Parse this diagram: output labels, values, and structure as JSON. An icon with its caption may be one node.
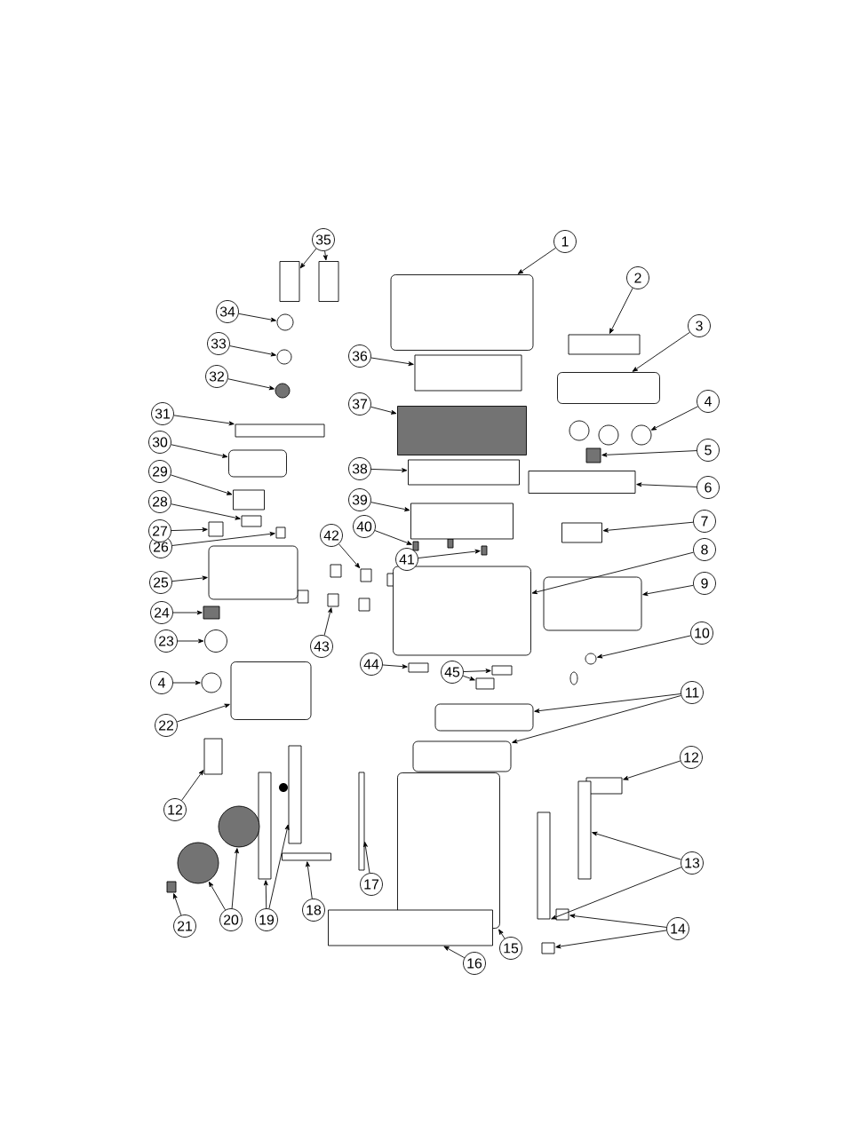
{
  "diagram": {
    "nodes": [
      {
        "text": [
          "1"
        ]
      },
      {
        "text": [],
        "shape": "box"
      },
      {
        "text": [
          "2"
        ]
      },
      {
        "text": [],
        "shape": "box"
      },
      {
        "text": [
          "3"
        ]
      },
      {
        "text": [],
        "shape": "box"
      },
      {
        "text": [
          "4"
        ]
      },
      {
        "text": [],
        "shape": "circle"
      },
      {
        "text": [
          "4"
        ]
      },
      {
        "text": [],
        "shape": "circle"
      },
      {
        "text": [
          "5"
        ]
      },
      {
        "text": [],
        "shape": "box"
      },
      {
        "text": [
          "6"
        ]
      },
      {
        "text": [],
        "shape": "box"
      },
      {
        "text": [
          "7"
        ]
      },
      {
        "text": [],
        "shape": "box"
      },
      {
        "text": [
          "8"
        ]
      },
      {
        "text": [],
        "shape": "box"
      },
      {
        "text": [
          "9"
        ]
      },
      {
        "text": [],
        "shape": "box"
      },
      {
        "text": [
          "10"
        ]
      },
      {
        "text": [],
        "shape": "circle"
      },
      {
        "text": [
          "11"
        ]
      },
      {
        "text": [],
        "shape": "box"
      },
      {
        "text": [],
        "shape": "box"
      },
      {
        "text": [
          "12"
        ]
      },
      {
        "text": [],
        "shape": "box"
      },
      {
        "text": [
          "12"
        ]
      },
      {
        "text": [],
        "shape": "box"
      },
      {
        "text": [
          "13"
        ]
      },
      {
        "text": [],
        "shape": "bar"
      },
      {
        "text": [],
        "shape": "bar"
      },
      {
        "text": [
          "14"
        ]
      },
      {
        "text": [],
        "shape": "box"
      },
      {
        "text": [],
        "shape": "box"
      },
      {
        "text": [
          "15"
        ]
      },
      {
        "text": [],
        "shape": "box"
      },
      {
        "text": [
          "16"
        ]
      },
      {
        "text": [],
        "shape": "box"
      },
      {
        "text": [
          "17"
        ]
      },
      {
        "text": [],
        "shape": "bar"
      },
      {
        "text": [
          "18"
        ]
      },
      {
        "text": [],
        "shape": "bar"
      },
      {
        "text": [
          "19"
        ]
      },
      {
        "text": [],
        "shape": "bar"
      },
      {
        "text": [],
        "shape": "bar"
      },
      {
        "text": [
          "20"
        ]
      },
      {
        "text": [],
        "shape": "circle"
      },
      {
        "text": [],
        "shape": "circle"
      },
      {
        "text": [
          "21"
        ]
      },
      {
        "text": [],
        "shape": "box"
      },
      {
        "text": [
          "22"
        ]
      },
      {
        "text": [],
        "shape": "box"
      },
      {
        "text": [
          "23"
        ]
      },
      {
        "text": [],
        "shape": "circle"
      },
      {
        "text": [
          "24"
        ]
      },
      {
        "text": [],
        "shape": "box"
      },
      {
        "text": [
          "25"
        ]
      },
      {
        "text": [],
        "shape": "box"
      },
      {
        "text": [
          "26"
        ]
      },
      {
        "text": [],
        "shape": "box"
      },
      {
        "text": [
          "27"
        ]
      },
      {
        "text": [],
        "shape": "box"
      },
      {
        "text": [
          "28"
        ]
      },
      {
        "text": [],
        "shape": "box"
      },
      {
        "text": [
          "29"
        ]
      },
      {
        "text": [],
        "shape": "box"
      },
      {
        "text": [
          "30"
        ]
      },
      {
        "text": [],
        "shape": "box"
      },
      {
        "text": [
          "31"
        ]
      },
      {
        "text": [],
        "shape": "bar"
      },
      {
        "text": [
          "32"
        ]
      },
      {
        "text": [],
        "shape": "circle"
      },
      {
        "text": [
          "33"
        ]
      },
      {
        "text": [],
        "shape": "circle"
      },
      {
        "text": [
          "34"
        ]
      },
      {
        "text": [],
        "shape": "circle"
      },
      {
        "text": [
          "35"
        ]
      },
      {
        "text": [],
        "shape": "box"
      },
      {
        "text": [],
        "shape": "box"
      },
      {
        "text": [
          "36"
        ]
      },
      {
        "text": [],
        "shape": "box"
      },
      {
        "text": [
          "37"
        ]
      },
      {
        "text": [],
        "shape": "box"
      },
      {
        "text": [
          "38"
        ]
      },
      {
        "text": [],
        "shape": "box"
      },
      {
        "text": [
          "39"
        ]
      },
      {
        "text": [],
        "shape": "box"
      },
      {
        "text": [
          "40"
        ]
      },
      {
        "text": [],
        "shape": "box"
      },
      {
        "text": [
          "41"
        ]
      },
      {
        "text": [],
        "shape": "box"
      },
      {
        "text": [
          "42"
        ]
      },
      {
        "text": [],
        "shape": "box"
      },
      {
        "text": [
          "43"
        ]
      },
      {
        "text": [],
        "shape": "box"
      },
      {
        "text": [
          "44"
        ]
      },
      {
        "text": [],
        "shape": "box"
      },
      {
        "text": [
          "45"
        ]
      },
      {
        "text": [],
        "shape": "box"
      },
      {
        "text": [],
        "shape": "box"
      }
    ],
    "edges": [
      {
        "from": 0,
        "to": 1,
        "arrow": "to"
      },
      {
        "from": 2,
        "to": 3,
        "arrow": "to"
      },
      {
        "from": 4,
        "to": 5,
        "arrow": "to"
      },
      {
        "from": 6,
        "to": 7,
        "arrow": "to"
      },
      {
        "from": 8,
        "to": 9,
        "arrow": "to"
      },
      {
        "from": 10,
        "to": 11,
        "arrow": "to"
      },
      {
        "from": 12,
        "to": 13,
        "arrow": "to"
      },
      {
        "from": 14,
        "to": 15,
        "arrow": "to"
      },
      {
        "from": 16,
        "to": 17,
        "arrow": "to"
      },
      {
        "from": 18,
        "to": 19,
        "arrow": "to"
      },
      {
        "from": 20,
        "to": 21,
        "arrow": "to"
      },
      {
        "from": 22,
        "to": 23,
        "arrow": "to"
      },
      {
        "from": 22,
        "to": 24,
        "arrow": "to"
      },
      {
        "from": 25,
        "to": 26,
        "arrow": "to"
      },
      {
        "from": 27,
        "to": 28,
        "arrow": "to"
      },
      {
        "from": 29,
        "to": 30,
        "arrow": "to"
      },
      {
        "from": 29,
        "to": 31,
        "arrow": "to"
      },
      {
        "from": 32,
        "to": 33,
        "arrow": "to"
      },
      {
        "from": 32,
        "to": 34,
        "arrow": "to"
      },
      {
        "from": 35,
        "to": 36,
        "arrow": "to"
      },
      {
        "from": 37,
        "to": 38,
        "arrow": "to"
      },
      {
        "from": 39,
        "to": 40,
        "arrow": "to"
      },
      {
        "from": 41,
        "to": 42,
        "arrow": "to"
      },
      {
        "from": 43,
        "to": 44,
        "arrow": "to"
      },
      {
        "from": 43,
        "to": 45,
        "arrow": "to"
      },
      {
        "from": 46,
        "to": 47,
        "arrow": "to"
      },
      {
        "from": 46,
        "to": 48,
        "arrow": "to"
      },
      {
        "from": 49,
        "to": 50,
        "arrow": "to"
      },
      {
        "from": 51,
        "to": 52,
        "arrow": "to"
      },
      {
        "from": 53,
        "to": 54,
        "arrow": "to"
      },
      {
        "from": 55,
        "to": 56,
        "arrow": "to"
      },
      {
        "from": 57,
        "to": 58,
        "arrow": "to"
      },
      {
        "from": 59,
        "to": 60,
        "arrow": "to"
      },
      {
        "from": 61,
        "to": 62,
        "arrow": "to"
      },
      {
        "from": 63,
        "to": 64,
        "arrow": "to"
      },
      {
        "from": 65,
        "to": 66,
        "arrow": "to"
      },
      {
        "from": 67,
        "to": 68,
        "arrow": "to"
      },
      {
        "from": 69,
        "to": 70,
        "arrow": "to"
      },
      {
        "from": 71,
        "to": 72,
        "arrow": "to"
      },
      {
        "from": 73,
        "to": 74,
        "arrow": "to"
      },
      {
        "from": 75,
        "to": 76,
        "arrow": "to"
      },
      {
        "from": 77,
        "to": 78,
        "arrow": "to"
      },
      {
        "from": 77,
        "to": 79,
        "arrow": "to"
      },
      {
        "from": 80,
        "to": 81,
        "arrow": "to"
      },
      {
        "from": 82,
        "to": 83,
        "arrow": "to"
      },
      {
        "from": 84,
        "to": 85,
        "arrow": "to"
      },
      {
        "from": 86,
        "to": 87,
        "arrow": "to"
      },
      {
        "from": 88,
        "to": 89,
        "arrow": "to"
      },
      {
        "from": 90,
        "to": 91,
        "arrow": "to"
      },
      {
        "from": 92,
        "to": 93,
        "arrow": "to"
      },
      {
        "from": 94,
        "to": 95,
        "arrow": "to"
      },
      {
        "from": 96,
        "to": 97,
        "arrow": "to"
      },
      {
        "from": 98,
        "to": 99,
        "arrow": "to"
      },
      {
        "from": 98,
        "to": 100,
        "arrow": "to"
      }
    ]
  }
}
